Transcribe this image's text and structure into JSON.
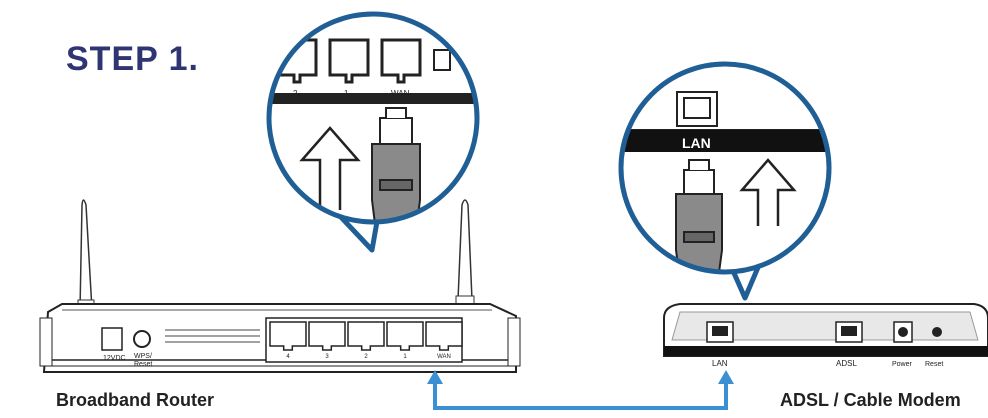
{
  "step": {
    "title": "STEP 1."
  },
  "router": {
    "caption": "Broadband Router",
    "power_label": "12VDC",
    "wps_label_1": "WPS/",
    "wps_label_2": "Reset",
    "ports": [
      "4",
      "3",
      "2",
      "1",
      "WAN"
    ],
    "zoom_ports": [
      "2",
      "1",
      "WAN"
    ]
  },
  "modem": {
    "caption": "ADSL / Cable Modem",
    "ports": [
      "LAN",
      "ADSL",
      "Power",
      "Reset"
    ],
    "zoom_label": "LAN"
  },
  "colors": {
    "title": "#2f3472",
    "connector": "#3b8fd3",
    "bubble": "#1f5f96"
  }
}
